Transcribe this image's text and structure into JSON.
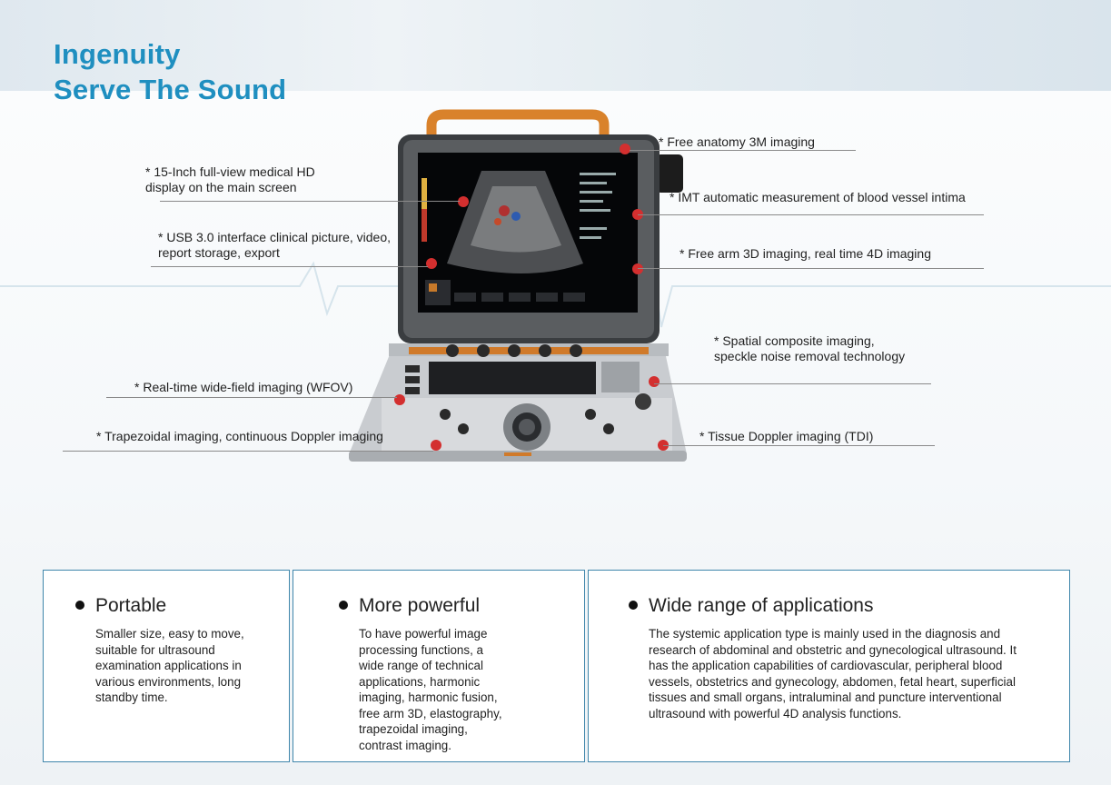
{
  "page": {
    "title_line1": "Ingenuity",
    "title_line2": "Serve The Sound",
    "accent_color": "#1f8fc0",
    "box_border_color": "#3f86ab"
  },
  "callouts": {
    "display": "* 15-Inch full-view medical HD\n   display on the main screen",
    "usb": "* USB 3.0 interface clinical picture, video,\n   report storage, export",
    "wfov": "* Real-time wide-field imaging (WFOV)",
    "trapezoidal": "* Trapezoidal imaging, continuous Doppler imaging",
    "anatomy": "* Free anatomy 3M imaging",
    "imt": "* IMT automatic measurement of blood vessel intima",
    "arm3d": "* Free arm 3D imaging, real time 4D imaging",
    "spatial": "* Spatial composite imaging,\n   speckle noise removal technology",
    "tdi": "* Tissue Doppler imaging (TDI)"
  },
  "features": [
    {
      "title": "Portable",
      "text": "Smaller size, easy to move, suitable for ultrasound examination applications in various environments, long standby time."
    },
    {
      "title": "More powerful",
      "text": "To have powerful image processing functions, a wide range of technical applications, harmonic imaging, harmonic fusion, free arm 3D, elastography, trapezoidal imaging, contrast imaging."
    },
    {
      "title": "Wide range of applications",
      "text": "The systemic application type is mainly used in the diagnosis and research of abdominal and obstetric and gynecological ultrasound. It has the application capabilities of cardiovascular, peripheral blood vessels, obstetrics and gynecology, abdomen, fetal heart, superficial tissues and small organs, intraluminal and puncture interventional ultrasound with powerful 4D analysis functions."
    }
  ]
}
